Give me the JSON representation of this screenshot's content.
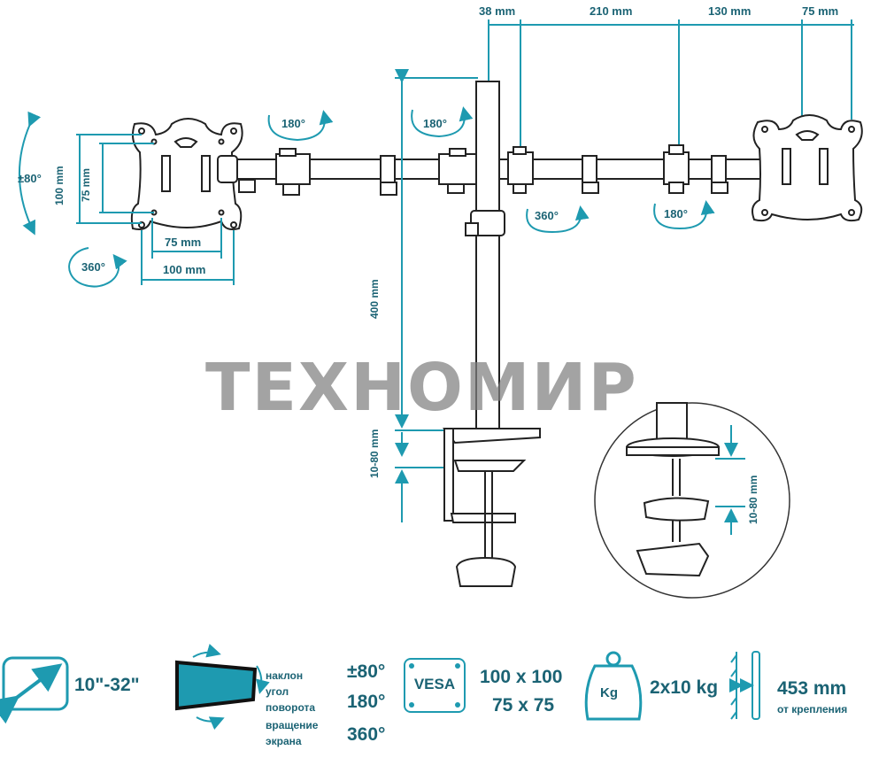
{
  "brand_watermark": "ТЕХНОМИР",
  "top_dimensions": [
    "38 mm",
    "210 mm",
    "130 mm",
    "75 mm"
  ],
  "vesa_left": {
    "width_75": "75 mm",
    "width_100": "100 mm",
    "height_75": "75 mm",
    "height_100": "100 mm"
  },
  "rotations": {
    "tilt_left": "±80°",
    "rotate_left_panel": "360°",
    "swivel_left_arm": "180°",
    "swivel_center": "180°",
    "swivel_pole": "360°",
    "swivel_right_arm": "180°"
  },
  "pole_height": "400 mm",
  "clamp_range": "10-80 mm",
  "clamp_detail_range": "10-80 mm",
  "specs": {
    "screen_size": "10\"-32\"",
    "tilt_label": "наклон",
    "angle_label": "угол",
    "turn_label": "поворота",
    "rotation_label_1": "вращение",
    "rotation_label_2": "экрана",
    "tilt_value": "±80°",
    "turn_value": "180°",
    "rotation_value": "360°",
    "vesa_label": "VESA",
    "vesa_1": "100 x 100",
    "vesa_2": "75 x 75",
    "weight_icon": "Kg",
    "load": "2x10 kg",
    "reach": "453 mm",
    "reach_label": "от крепления"
  },
  "icons": [
    "diagonal-arrow-icon",
    "screen-tilt-icon",
    "vesa-icon",
    "weight-icon",
    "wall-distance-icon"
  ],
  "colors": {
    "accent": "#1e9ab0",
    "dim_text": "#1b6374",
    "outline": "#222222"
  }
}
